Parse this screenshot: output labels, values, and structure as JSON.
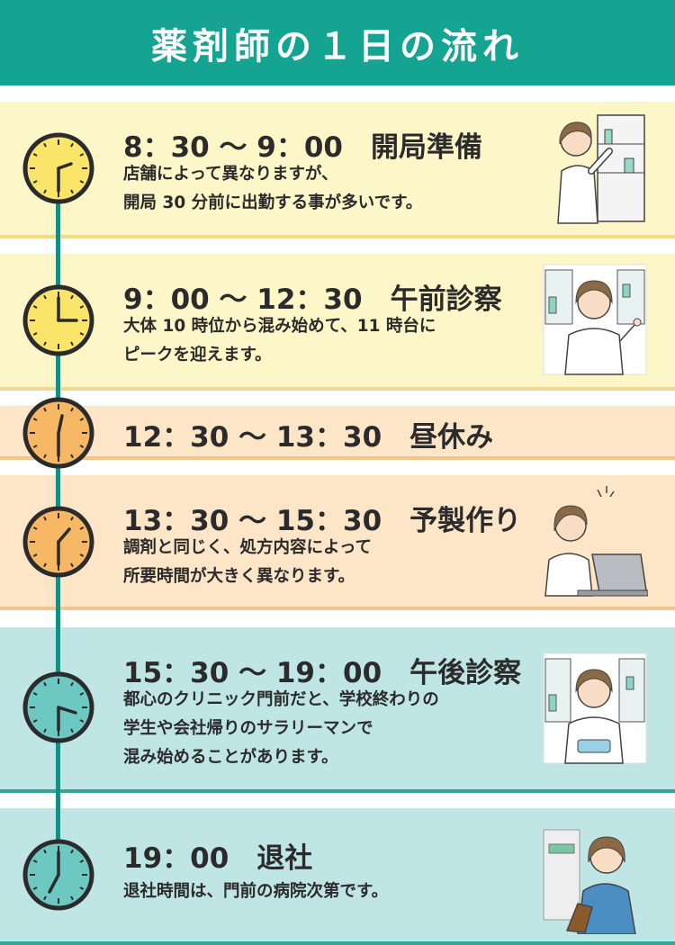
{
  "title": "薬剤師の１日の流れ",
  "colors": {
    "header": "#15a392",
    "timeline": "#168f82",
    "yellow_band": "#fdf6c8",
    "yellow_shadow": "#f3d98a",
    "orange_band": "#fde6c8",
    "orange_shadow": "#f2c58c",
    "teal_band": "#bfe6e4",
    "teal_shadow": "#2fa89a"
  },
  "schedule": [
    {
      "time": "8：30 〜 9：00",
      "activity": "開局準備",
      "lines": [
        "店舗によって異なりますが、",
        "開局 30 分前に出勤する事が多いです。"
      ],
      "icon": "pharmacist-stocking-shelf-illustration"
    },
    {
      "time": "9：00 〜 12：30",
      "activity": "午前診察",
      "lines": [
        "大体 10 時位から混み始めて、11 時台に",
        "ピークを迎えます。"
      ],
      "icon": "pharmacist-presenting-illustration"
    },
    {
      "time": "12：30 〜 13：30",
      "activity": "昼休み",
      "lines": []
    },
    {
      "time": "13：30 〜 15：30",
      "activity": "予製作り",
      "lines": [
        "調剤と同じく、処方内容によって",
        "所要時間が大きく異なります。"
      ],
      "icon": "pharmacist-laptop-illustration"
    },
    {
      "time": "15：30 〜 19：00",
      "activity": "午後診察",
      "lines": [
        "都心のクリニック門前だと、学校終わりの",
        "学生や会社帰りのサラリーマンで",
        "混み始めることがあります。"
      ],
      "icon": "pharmacist-holding-medicine-illustration"
    },
    {
      "time": "19：00",
      "activity": "退社",
      "lines": [
        "退社時間は、門前の病院次第です。"
      ],
      "icon": "pharmacist-going-home-illustration"
    }
  ]
}
